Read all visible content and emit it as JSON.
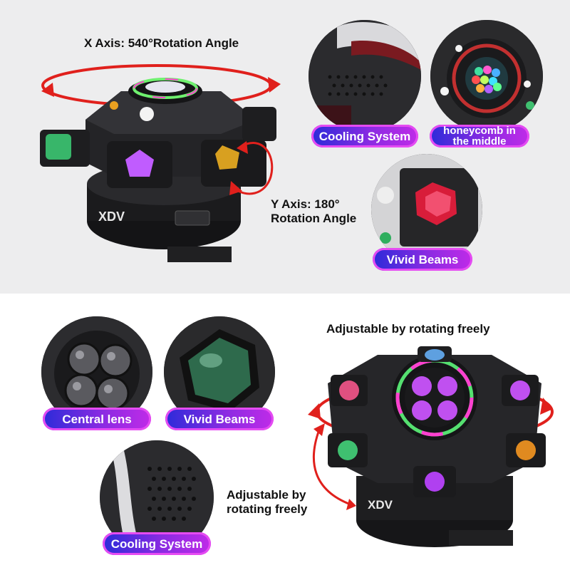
{
  "top": {
    "x_axis_caption": "X Axis: 540°Rotation Angle",
    "y_axis_caption_line1": "Y Axis: 180°",
    "y_axis_caption_line2": "Rotation Angle",
    "brand": "XDV",
    "labels": {
      "cooling": "Cooling System",
      "honeycomb_line1": "honeycomb in",
      "honeycomb_line2": "the middle",
      "vivid": "Vivid Beams"
    }
  },
  "bottom": {
    "rotate_caption": "Adjustable by rotating freely",
    "side_caption_line1": "Adjustable by",
    "side_caption_line2": "rotating freely",
    "brand": "XDV",
    "labels": {
      "central": "Central lens",
      "vivid": "Vivid Beams",
      "cooling": "Cooling System"
    }
  },
  "colors": {
    "arrow_red": "#e0201c",
    "pill_start": "#2b2bd9",
    "pill_end": "#c02be8",
    "pill_border": "#e54bf2"
  }
}
